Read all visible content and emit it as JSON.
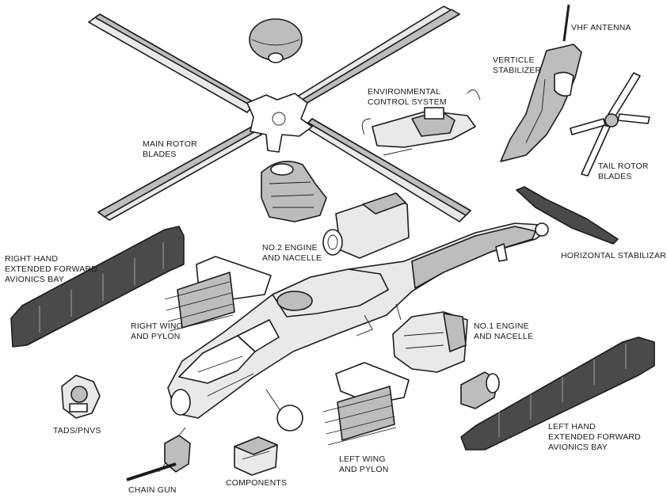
{
  "labels": {
    "vhf_antenna": [
      "VHF ANTENNA"
    ],
    "verticle_stabilizer": [
      "VERTICLE",
      "STABILIZER"
    ],
    "environmental_control_system": [
      "ENVIRONMENTAL",
      "CONTROL SYSTEM"
    ],
    "main_rotor_blades": [
      "MAIN ROTOR",
      "BLADES"
    ],
    "tail_rotor_blades": [
      "TAIL ROTOR",
      "BLADES"
    ],
    "no2_engine": [
      "NO.2 ENGINE",
      "AND NACELLE"
    ],
    "horizontal_stabilizar": [
      "HORIZONTAL STABILIZAR"
    ],
    "right_hand_avionics_bay": [
      "RIGHT HAND",
      "EXTENDED FORWARD",
      "AVIONICS BAY"
    ],
    "right_wing": [
      "RIGHT WING",
      "AND PYLON"
    ],
    "no1_engine": [
      "NO.1 ENGINE",
      "AND NACELLE"
    ],
    "tads_pnvs": [
      "TADS/PNVS"
    ],
    "left_hand_avionics_bay": [
      "LEFT HAND",
      "EXTENDED FORWARD",
      "AVIONICS BAY"
    ],
    "left_wing": [
      "LEFT WING",
      "AND PYLON"
    ],
    "chain_gun": [
      "CHAIN GUN"
    ],
    "components": [
      "COMPONENTS"
    ]
  },
  "colors": {
    "outline": "#1c1c1c",
    "light_fill": "#e9e9e9",
    "mid_fill": "#bdbdbd",
    "dark_fill": "#4a4a4a",
    "background": "#ffffff"
  }
}
